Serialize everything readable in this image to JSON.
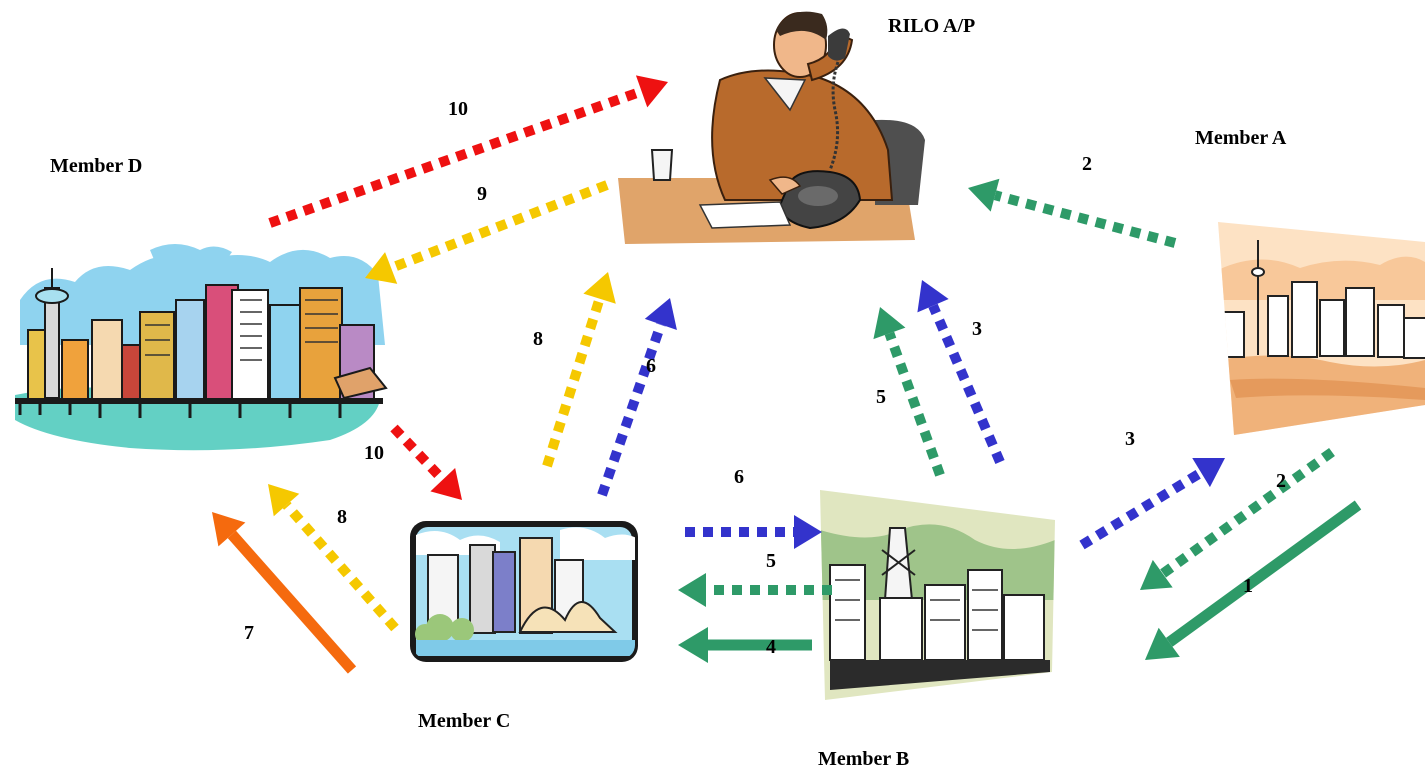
{
  "diagram": {
    "nodes": {
      "rilo": "RILO A/P",
      "member_a": "Member A",
      "member_b": "Member B",
      "member_c": "Member C",
      "member_d": "Member D"
    },
    "colors": {
      "red": "#ee1111",
      "yellow": "#f5c800",
      "blue": "#3333cc",
      "green": "#2e9a68",
      "orange": "#f56a0e"
    },
    "arrows": [
      {
        "from": "Member A",
        "to": "Member B",
        "step": "1",
        "color": "green",
        "style": "solid"
      },
      {
        "from": "Member A",
        "to": "Member B",
        "step": "2",
        "color": "green",
        "style": "dotted"
      },
      {
        "from": "Member A",
        "to": "RILO A/P",
        "step": "2",
        "color": "green",
        "style": "dotted"
      },
      {
        "from": "Member B",
        "to": "Member A",
        "step": "3",
        "color": "blue",
        "style": "dotted"
      },
      {
        "from": "Member B",
        "to": "RILO A/P",
        "step": "3",
        "color": "blue",
        "style": "dotted"
      },
      {
        "from": "Member B",
        "to": "Member C",
        "step": "4",
        "color": "green",
        "style": "solid"
      },
      {
        "from": "Member B",
        "to": "Member C",
        "step": "5",
        "color": "green",
        "style": "dotted"
      },
      {
        "from": "Member B",
        "to": "RILO A/P",
        "step": "5",
        "color": "green",
        "style": "dotted"
      },
      {
        "from": "Member C",
        "to": "Member B",
        "step": "6",
        "color": "blue",
        "style": "dotted"
      },
      {
        "from": "Member C",
        "to": "RILO A/P",
        "step": "6",
        "color": "blue",
        "style": "dotted"
      },
      {
        "from": "Member C",
        "to": "Member D",
        "step": "7",
        "color": "orange",
        "style": "solid"
      },
      {
        "from": "Member C",
        "to": "Member D",
        "step": "8",
        "color": "yellow",
        "style": "dotted"
      },
      {
        "from": "Member C",
        "to": "RILO A/P",
        "step": "8",
        "color": "yellow",
        "style": "dotted"
      },
      {
        "from": "RILO A/P",
        "to": "Member D",
        "step": "9",
        "color": "yellow",
        "style": "dotted"
      },
      {
        "from": "Member D",
        "to": "RILO A/P",
        "step": "10",
        "color": "red",
        "style": "dotted"
      },
      {
        "from": "Member D",
        "to": "Member C",
        "step": "10",
        "color": "red",
        "style": "dotted"
      }
    ],
    "step_labels": [
      "10",
      "9",
      "2",
      "8",
      "6",
      "3",
      "5",
      "3",
      "2",
      "1",
      "10",
      "6",
      "5",
      "4",
      "8",
      "7"
    ]
  }
}
